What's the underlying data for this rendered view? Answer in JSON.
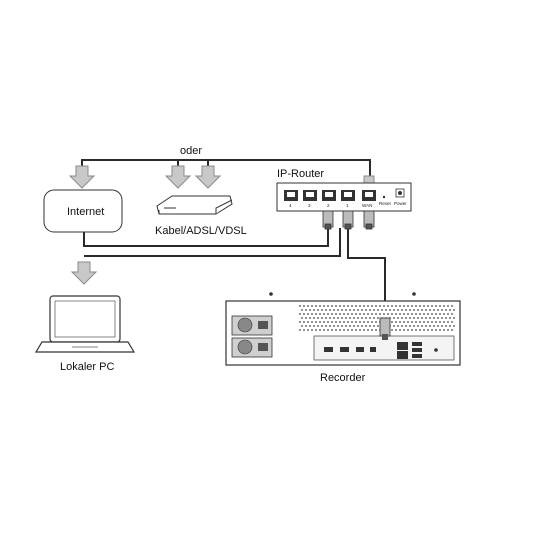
{
  "labels": {
    "oder": "oder",
    "ip_router": "IP-Router",
    "internet": "Internet",
    "modem": "Kabel/ADSL/VDSL",
    "pc": "Lokaler PC",
    "recorder": "Recorder"
  },
  "router_ports": {
    "lan": [
      "4",
      "3",
      "2",
      "1"
    ],
    "wan": "WAN",
    "reset": "Reset",
    "power": "Power"
  },
  "colors": {
    "cable": "#2a2a2a",
    "arrow_fill": "#c8c8c8",
    "arrow_stroke": "#8a8a8a",
    "device_outline": "#333333"
  }
}
